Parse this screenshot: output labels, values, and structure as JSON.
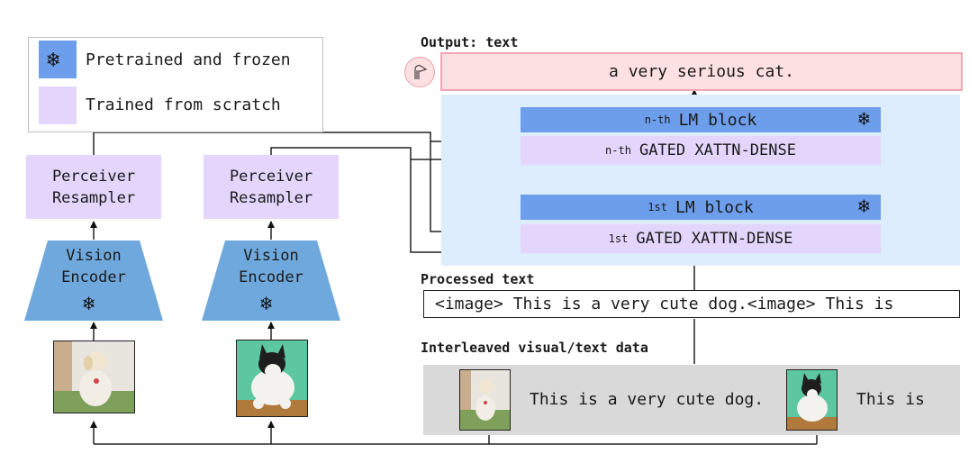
{
  "legend": {
    "frozen_label": "Pretrained and frozen",
    "scratch_label": "Trained from scratch",
    "frozen_icon": "snowflake-icon"
  },
  "colors": {
    "frozen_blue": "#6d9eeb",
    "encoder_blue": "#6fa8dc",
    "scratch_purple": "#e3d5fb",
    "lm_area_bg": "#deedfd",
    "output_pink": "#fde0e2",
    "output_border": "#f5a4b4",
    "data_gray": "#d9d9d9"
  },
  "vision_branches": [
    {
      "perceiver_line1": "Perceiver",
      "perceiver_line2": "Resampler",
      "encoder_line1": "Vision",
      "encoder_line2": "Encoder",
      "image": "dog-photo"
    },
    {
      "perceiver_line1": "Perceiver",
      "perceiver_line2": "Resampler",
      "encoder_line1": "Vision",
      "encoder_line2": "Encoder",
      "image": "cat-photo"
    }
  ],
  "output": {
    "heading": "Output: text",
    "text": "a very serious cat.",
    "icon": "flamingo-icon"
  },
  "lm_stack": {
    "nth_lm_prefix": "n-th",
    "nth_lm_label": "LM block",
    "nth_xattn_prefix": "n-th",
    "nth_xattn_label": "GATED XATTN-DENSE",
    "first_lm_prefix": "1st",
    "first_lm_label": "LM block",
    "first_xattn_prefix": "1st",
    "first_xattn_label": "GATED XATTN-DENSE"
  },
  "processed": {
    "heading": "Processed text",
    "text": "<image> This is a very cute dog.<image> This is"
  },
  "interleaved": {
    "heading": "Interleaved visual/text data",
    "text1": "This is a very cute dog.",
    "text2": "This is"
  }
}
